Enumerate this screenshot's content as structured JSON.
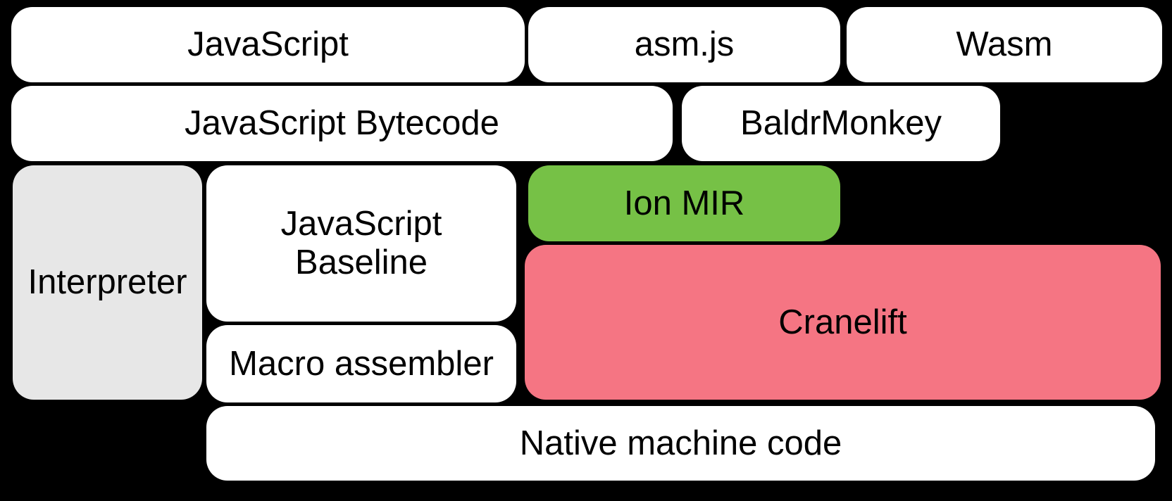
{
  "diagram": {
    "description": "Compiler pipeline diagram",
    "colors": {
      "background": "#000000",
      "default_box": "#ffffff",
      "interpreter_gray": "#e7e7e7",
      "ion_green": "#76c146",
      "cranelift_pink": "#f57583",
      "text": "#000000"
    },
    "nodes": [
      {
        "id": "javascript",
        "label": "JavaScript",
        "fill": "#ffffff"
      },
      {
        "id": "asmjs",
        "label": "asm.js",
        "fill": "#ffffff"
      },
      {
        "id": "wasm",
        "label": "Wasm",
        "fill": "#ffffff"
      },
      {
        "id": "js-bytecode",
        "label": "JavaScript Bytecode",
        "fill": "#ffffff"
      },
      {
        "id": "baldrmonkey",
        "label": "BaldrMonkey",
        "fill": "#ffffff"
      },
      {
        "id": "interpreter",
        "label": "Interpreter",
        "fill": "#e7e7e7"
      },
      {
        "id": "js-baseline",
        "label": "JavaScript Baseline",
        "fill": "#ffffff"
      },
      {
        "id": "ion-mir",
        "label": "Ion MIR",
        "fill": "#76c146"
      },
      {
        "id": "cranelift",
        "label": "Cranelift",
        "fill": "#f57583"
      },
      {
        "id": "macro-assembler",
        "label": "Macro assembler",
        "fill": "#ffffff"
      },
      {
        "id": "native-machine-code",
        "label": "Native machine code",
        "fill": "#ffffff"
      }
    ]
  }
}
